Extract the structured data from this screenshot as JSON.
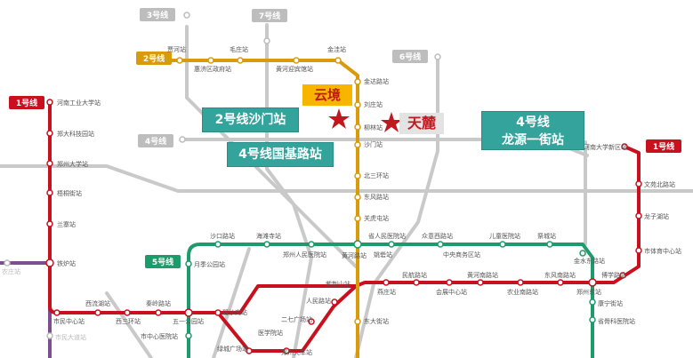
{
  "lines": {
    "line1": {
      "badge_left": "1号线",
      "badge_right": "1号线",
      "color": "#c8101e"
    },
    "line2": {
      "badge": "2号线",
      "color": "#d99a0b"
    },
    "line3": {
      "badge": "3号线",
      "color": "#bdbdbd"
    },
    "line4": {
      "badge": "4号线",
      "color": "#bdbdbd"
    },
    "line5": {
      "badge": "5号线",
      "color": "#1e9b6b"
    },
    "line6": {
      "badge": "6号线",
      "color": "#bdbdbd"
    },
    "line7": {
      "badge": "7号线",
      "color": "#bdbdbd"
    },
    "line14": {
      "color": "#7f4e8f"
    }
  },
  "projects": {
    "yunjing": "云境",
    "tianlu": "天麓",
    "star_color": "#c0181f"
  },
  "callouts": {
    "shamen": "2号线沙门站",
    "guoji": "4号线国基路站",
    "longyuan_line": "4号线",
    "longyuan_station": "龙源一街站"
  },
  "stations": {
    "line2": [
      "贾河站",
      "毛庄站",
      "金洼站",
      "惠济区政府站",
      "黄河迎宾馆站",
      "金达路站",
      "刘庄站",
      "柳林站",
      "沙门站",
      "北三环站",
      "东风路站",
      "关虎屯站",
      "黄河路站",
      "紫荆山站",
      "东大街站"
    ],
    "line1_west": [
      "河南工业大学站",
      "郑大科技园站",
      "郑州大学站",
      "梧桐街站",
      "兰寨站",
      "铁炉站",
      "市民中心站",
      "西流湖站",
      "西三环站",
      "秦岭路站",
      "五一公园站",
      "碧沙岗站"
    ],
    "line1_faded": [
      "市民大道站",
      "农庄站"
    ],
    "line1_east": [
      "河南大学新区站",
      "文苑北路站",
      "龙子湖站",
      "市体育中心站",
      "博学路站",
      "东风南路站",
      "农业南路站",
      "黄河南路站",
      "会展中心站",
      "民航路站",
      "燕庄站",
      "郑州东站"
    ],
    "line5": [
      "沙口路站",
      "海滩寺站",
      "郑州人民医院站",
      "月季公园站",
      "省人民医院站",
      "众意西路站",
      "儿童医院站",
      "祭城站",
      "金水东路站",
      "姚砦站",
      "中央商务区站",
      "人民路站",
      "二七广场站",
      "医学院站",
      "绿城广场站",
      "市中心医院站",
      "郑州火车站"
    ],
    "line1_south": [
      "康宁街站",
      "省骨科医院站"
    ]
  }
}
